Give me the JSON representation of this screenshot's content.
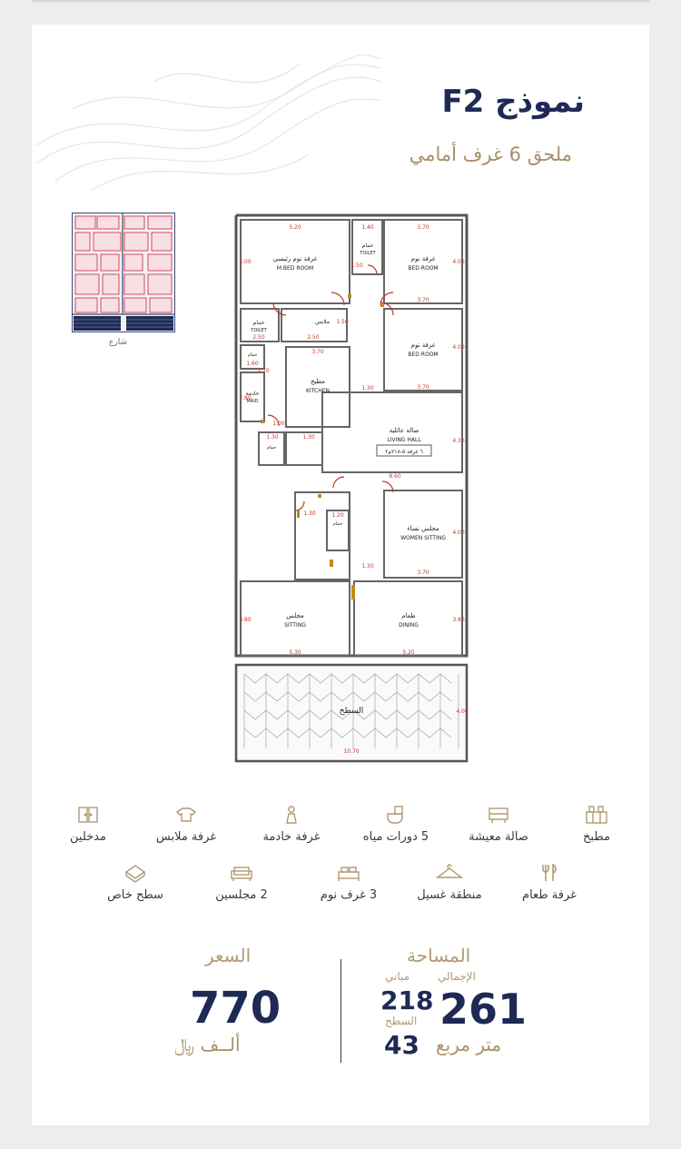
{
  "header": {
    "title": "نموذج F2",
    "subtitle": "ملحق 6 غرف أمامي"
  },
  "keyplan": {
    "street_label": "شارع"
  },
  "plan": {
    "rooms": {
      "master_ar": "غرفة نوم رئيسي",
      "master_en": "M.BED ROOM",
      "bed1_ar": "غرفة نوم",
      "bed1_en": "BED ROOM",
      "bed2_ar": "غرفة نوم",
      "bed2_en": "BED ROOM",
      "toilet_ar": "حمام",
      "toilet_en": "TOILET",
      "closet_ar": "ملابس",
      "kitchen_ar": "مطبخ",
      "kitchen_en": "KITCHEN",
      "maid_ar": "خادمة",
      "maid_en": "MAID",
      "living_ar": "صالة عائلية",
      "living_en": "LIVING HALL",
      "living_note": "٦ غرفة ٥-٢١٨م٢",
      "women_ar": "مجلس نساء",
      "women_en": "WOMEN SITTING",
      "sitting_ar": "مجلس",
      "sitting_en": "SITTING",
      "dining_ar": "طعام",
      "dining_en": "DINING",
      "roof_ar": "السطح"
    },
    "dims": [
      "5.20",
      "1.40",
      "3.70",
      "4.00",
      "1.50",
      "3.70",
      "4.00",
      "2.50",
      "2.50",
      "3.70",
      "1.30",
      "3.70",
      "4.00",
      "1.50",
      "1.60",
      "2.80",
      "1.30",
      "1.30",
      "4.30",
      "8.60",
      "1.30",
      "1.20",
      "3.70",
      "1.30",
      "4.00",
      "3.80",
      "5.30",
      "5.20",
      "3.80",
      "10.70",
      "4.00",
      "1.00",
      "2.70"
    ]
  },
  "amenities": [
    {
      "icon": "kitchen-icon",
      "label": "مطبخ"
    },
    {
      "icon": "living-room-icon",
      "label": "صالة معيشة"
    },
    {
      "icon": "bathroom-icon",
      "label": "5 دورات مياه"
    },
    {
      "icon": "maid-room-icon",
      "label": "غرفة خادمة"
    },
    {
      "icon": "wardrobe-icon",
      "label": "غرفة ملابس"
    },
    {
      "icon": "entrance-icon",
      "label": "مدخلين"
    },
    {
      "icon": "dining-icon",
      "label": "غرفة طعام"
    },
    {
      "icon": "laundry-icon",
      "label": "منطقة غسيل"
    },
    {
      "icon": "bedroom-icon",
      "label": "3 غرف نوم"
    },
    {
      "icon": "sofa-icon",
      "label": "2 مجلسين"
    },
    {
      "icon": "roof-icon",
      "label": "سطح خاص"
    }
  ],
  "area": {
    "title": "المساحة",
    "total_label": "الإجمالي",
    "total_value": "261",
    "unit": "متر مربع",
    "building_label": "مباني",
    "building_value": "218",
    "roof_label": "السطح",
    "roof_value": "43"
  },
  "price": {
    "title": "السعر",
    "value": "770",
    "unit": "ألــف ﷼"
  }
}
